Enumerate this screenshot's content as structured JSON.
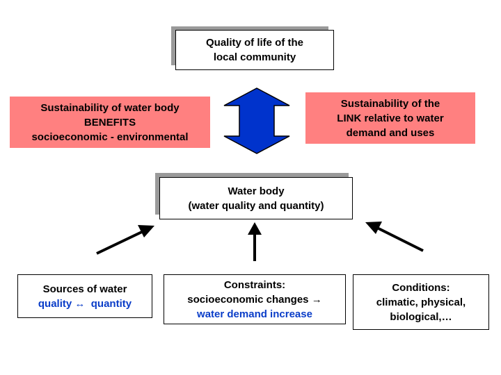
{
  "top_box": {
    "line1": "Quality of life of the",
    "line2": "local community"
  },
  "left_pink": {
    "line1": "Sustainability of water body",
    "line2": "BENEFITS",
    "line3": "socioeconomic - environmental"
  },
  "right_pink": {
    "line1": "Sustainability of the",
    "line2": "LINK relative to water",
    "line3": "demand and uses"
  },
  "water_box": {
    "line1": "Water body",
    "line2": "(water quality and quantity)"
  },
  "sources_box": {
    "line1": "Sources of water",
    "line2_a": "quality",
    "line2_sym": "↔",
    "line2_b": "quantity"
  },
  "constraints_box": {
    "line1": "Constraints:",
    "line2": "socioeconomic changes",
    "line2_sym": "→",
    "line3": "water demand increase"
  },
  "conditions_box": {
    "line1": "Conditions:",
    "line2": "climatic, physical,",
    "line3": "biological,…"
  },
  "colors": {
    "pink": "#ff8080",
    "blue_text": "#0a3dc8",
    "double_arrow": "#0033cc",
    "shadow": "#9a9a9a"
  }
}
